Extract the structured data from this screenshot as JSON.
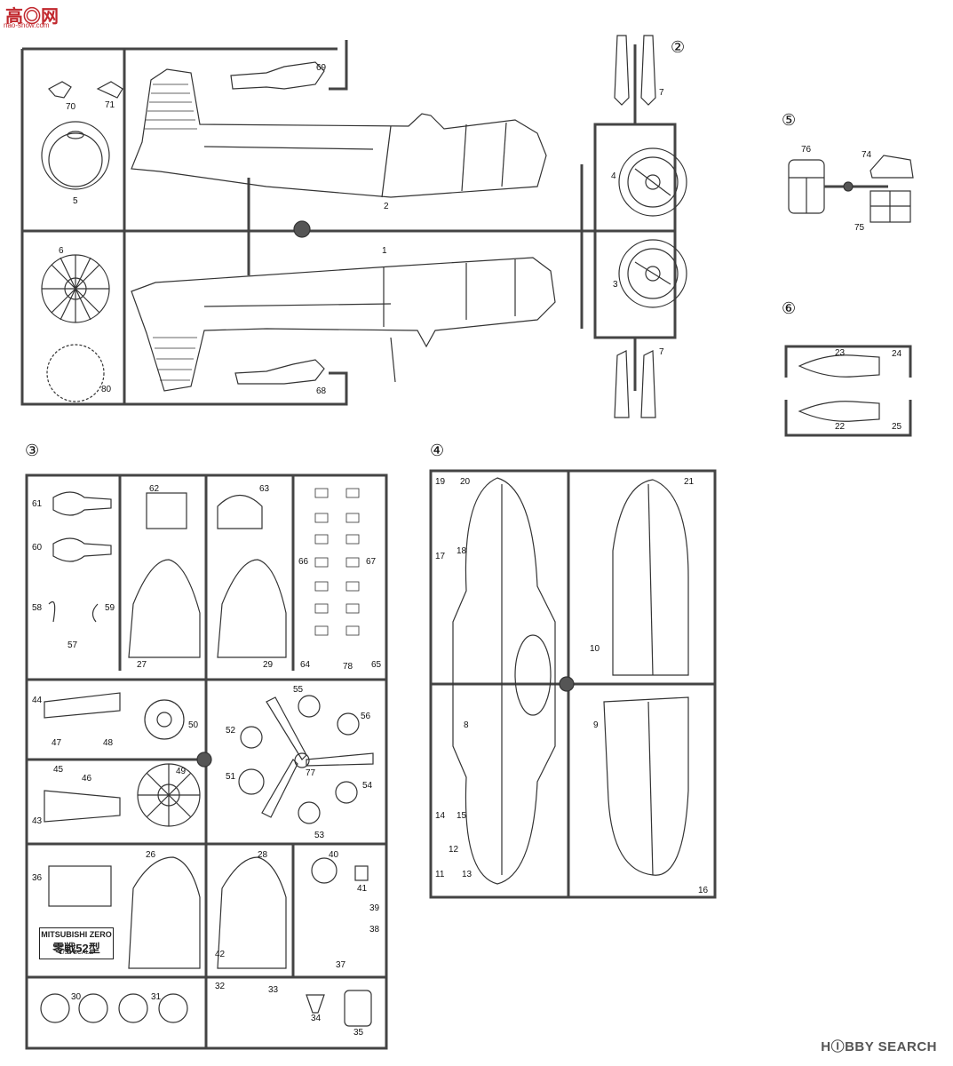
{
  "watermark": {
    "site": "高◎网",
    "url": "nao-show.com"
  },
  "credit": "HⒾBBY SEARCH",
  "frames": [
    {
      "id": "frame-2",
      "number": "②"
    },
    {
      "id": "frame-3",
      "number": "③"
    },
    {
      "id": "frame-4",
      "number": "④"
    },
    {
      "id": "frame-5",
      "number": "⑤"
    },
    {
      "id": "frame-6",
      "number": "⑥"
    }
  ],
  "kit_label": {
    "line1": "MITSUBISHI ZERO",
    "line2": "零戦52型",
    "line3": "1/32 SCALE"
  },
  "part_numbers": {
    "p1": "1",
    "p2": "2",
    "p3": "3",
    "p4": "4",
    "p5": "5",
    "p6": "6",
    "p7a": "7",
    "p7b": "7",
    "p8": "8",
    "p9": "9",
    "p10": "10",
    "p11": "11",
    "p12": "12",
    "p13": "13",
    "p14": "14",
    "p15": "15",
    "p16": "16",
    "p17": "17",
    "p18": "18",
    "p19": "19",
    "p20": "20",
    "p21": "21",
    "p22": "22",
    "p23": "23",
    "p24": "24",
    "p25": "25",
    "p26": "26",
    "p27": "27",
    "p28": "28",
    "p29": "29",
    "p30": "30",
    "p31": "31",
    "p32": "32",
    "p33": "33",
    "p34": "34",
    "p35": "35",
    "p36": "36",
    "p37": "37",
    "p38": "38",
    "p39": "39",
    "p40": "40",
    "p41": "41",
    "p42": "42",
    "p43": "43",
    "p44": "44",
    "p45": "45",
    "p46": "46",
    "p47": "47",
    "p48": "48",
    "p49": "49",
    "p50": "50",
    "p51": "51",
    "p52": "52",
    "p53": "53",
    "p54": "54",
    "p55": "55",
    "p56": "56",
    "p57": "57",
    "p58": "58",
    "p59": "59",
    "p60": "60",
    "p61": "61",
    "p62": "62",
    "p63": "63",
    "p64": "64",
    "p65": "65",
    "p66": "66",
    "p67": "67",
    "p68": "68",
    "p69": "69",
    "p70": "70",
    "p71": "71",
    "p74": "74",
    "p75": "75",
    "p76": "76",
    "p77": "77",
    "p78": "78",
    "p80": "80"
  }
}
